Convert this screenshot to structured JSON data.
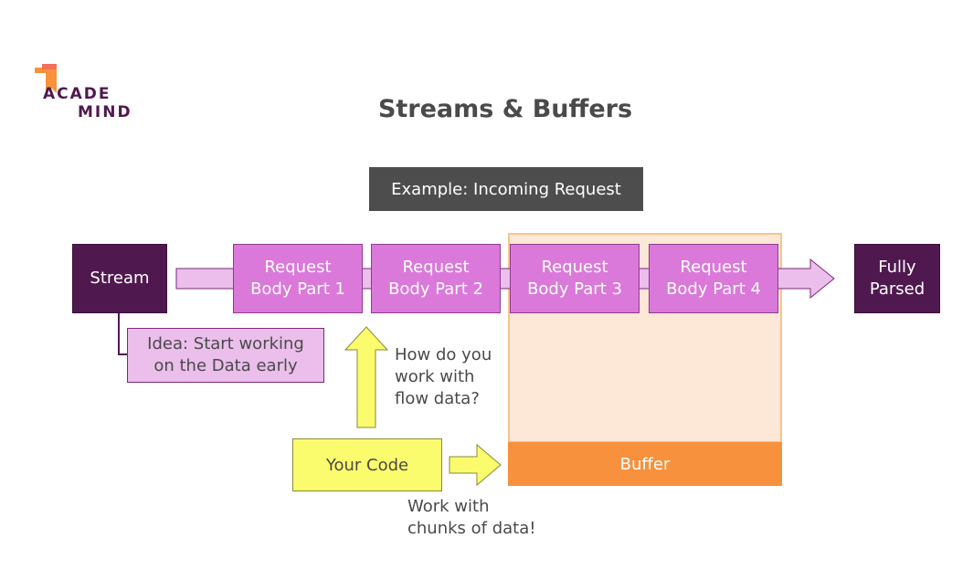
{
  "logo": {
    "line1": "ACADE",
    "line2": "MIND"
  },
  "title": "Streams & Buffers",
  "example_label": "Example: Incoming Request",
  "stream_label": "Stream",
  "parts": [
    "Request\nBody Part 1",
    "Request\nBody Part 2",
    "Request\nBody Part 3",
    "Request\nBody Part 4"
  ],
  "result_label": "Fully\nParsed",
  "idea_label": "Idea: Start working\non the Data early",
  "question_label": "How do you\nwork with\nflow data?",
  "code_label": "Your Code",
  "buffer_label": "Buffer",
  "chunks_label": "Work with\nchunks of data!",
  "colors": {
    "dark_purple": "#4f1950",
    "part_purple": "#db79db",
    "light_purple": "#ebbeeb",
    "yellow": "#fbfb6e",
    "orange": "#f8913d",
    "light_orange": "#fde7d6",
    "example_gray": "#4d4d4d"
  }
}
